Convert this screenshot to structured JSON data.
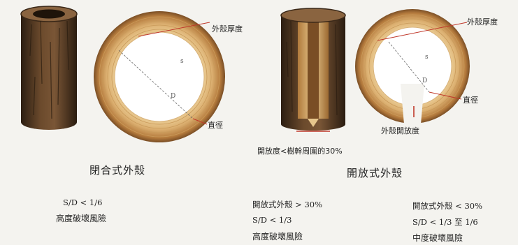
{
  "left_panel": {
    "shell_thickness_label": "外殼厚度",
    "diameter_label": "直徑",
    "caption": "閉合式外殼",
    "criteria": [
      "S/D < 1/6",
      "高度破壞風險"
    ]
  },
  "right_panel": {
    "shell_thickness_label": "外殼厚度",
    "diameter_label": "直徑",
    "opening_label": "外殼開放度",
    "opening_note": "開放度<樹幹周圍的30%",
    "caption": "開放式外殼",
    "criteria_high": [
      "開放式外殼 > 30%",
      "S/D < 1/3",
      "高度破壞風險"
    ],
    "criteria_mid": [
      "開放式外殼 < 30%",
      "S/D < 1/3 至 1/6",
      "中度破壞風險"
    ]
  },
  "diagram_markers": {
    "s": "s",
    "d": "D"
  },
  "colors": {
    "bark_dark": "#3a2818",
    "bark_mid": "#6b4a2c",
    "wood_light": "#e7c68c",
    "wood_ring": "#c99a5a",
    "wood_outer": "#a87237",
    "accent_red": "#c0392b",
    "background": "#f4f3ef"
  }
}
